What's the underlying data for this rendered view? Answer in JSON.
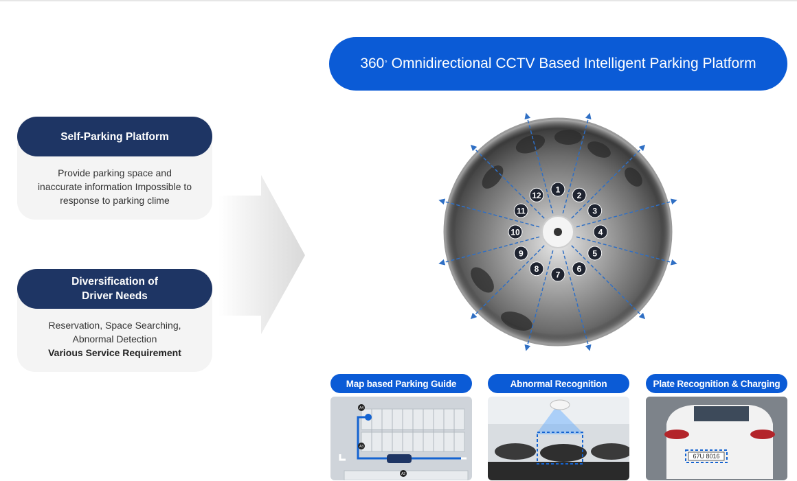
{
  "left_cards": [
    {
      "title": "Self-Parking Platform",
      "lines": [
        "Provide parking space and",
        "inaccurate information Impossible to",
        "response to parking clime"
      ]
    },
    {
      "title_line1": "Diversification of",
      "title_line2": "Driver Needs",
      "lines": [
        "Reservation, Space Searching,",
        "Abnormal Detection"
      ],
      "emphasis": "Various Service Requirement"
    }
  ],
  "banner": {
    "prefix": "360",
    "degree": "°",
    "text": "Omnidirectional CCTV Based Intelligent Parking Platform"
  },
  "zones": [
    "1",
    "2",
    "3",
    "4",
    "5",
    "6",
    "7",
    "8",
    "9",
    "10",
    "11",
    "12"
  ],
  "services": [
    {
      "label": "Map based Parking Guide"
    },
    {
      "label": "Abnormal Recognition"
    },
    {
      "label": "Plate Recognition & Charging"
    }
  ],
  "map_markers": [
    "A4",
    "A3",
    "A2"
  ],
  "plate_text": "67U 8016",
  "colors": {
    "navy": "#1e3564",
    "blue": "#0b5bd6",
    "arrow_blue": "#2f6fc4"
  }
}
